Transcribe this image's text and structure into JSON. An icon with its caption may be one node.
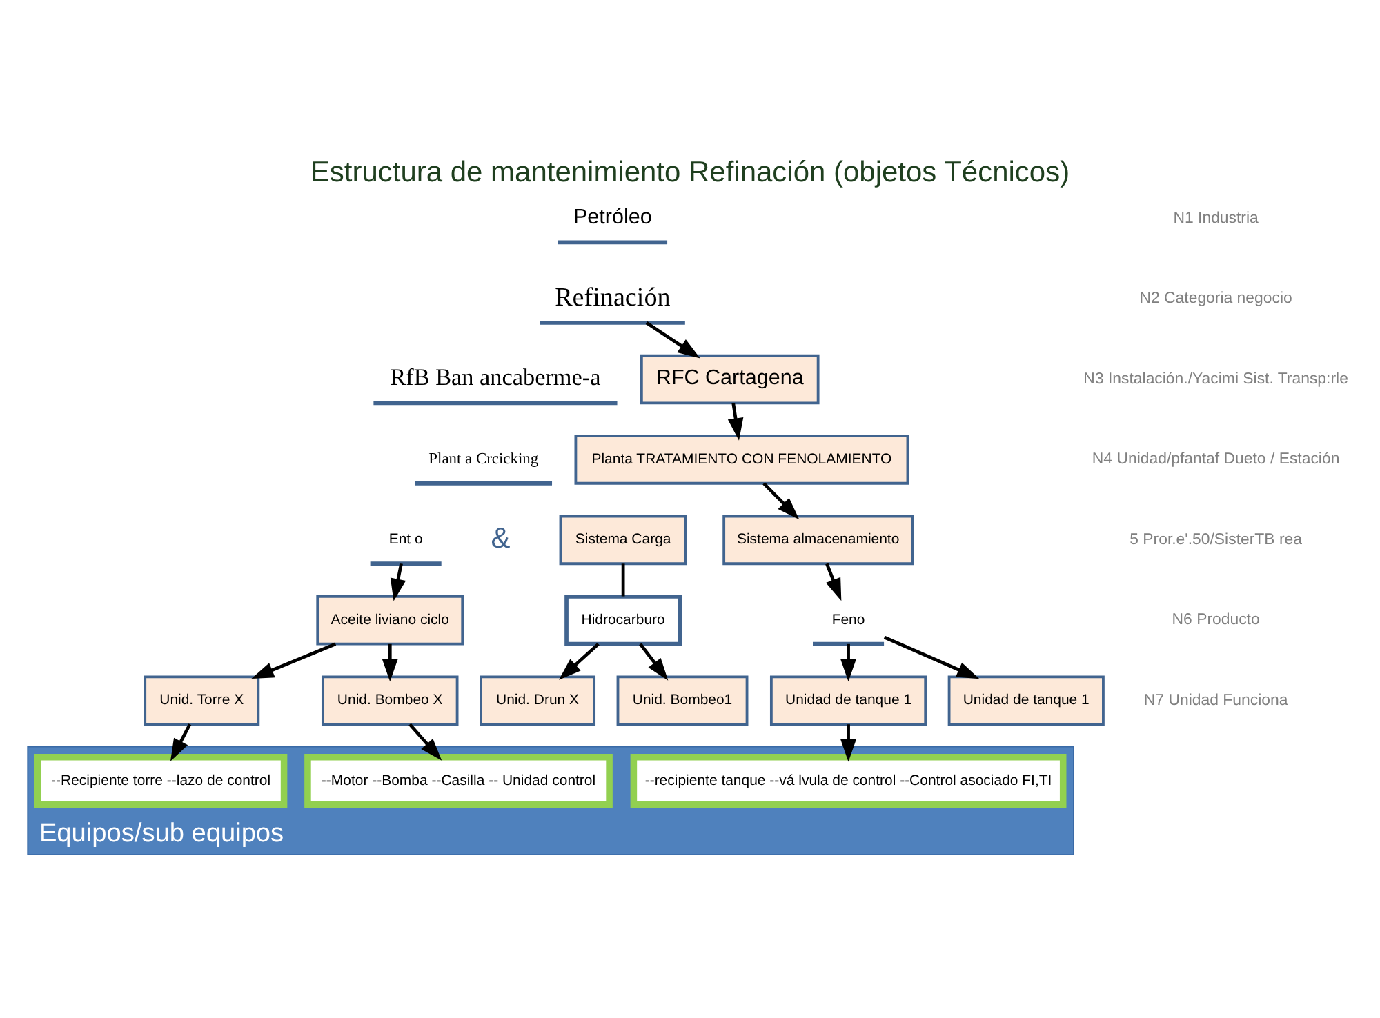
{
  "diagram": {
    "title": "Estructura de mantenimiento Refinación (objetos Técnicos)",
    "nodes": [
      {
        "text": [
          "Petróleo"
        ]
      },
      {
        "text": [
          "Refinación"
        ]
      },
      {
        "text": [
          "RfB Ban ancaberme-a"
        ]
      },
      {
        "text": [
          "RFC Cartagena"
        ]
      },
      {
        "text": [
          "Plant a Crcicking"
        ]
      },
      {
        "text": [
          "Planta TRATAMIENTO CON FENOLAMIENTO"
        ]
      },
      {
        "text": [
          "Ent o"
        ]
      },
      {
        "text": [
          "Sistema Carga"
        ]
      },
      {
        "text": [
          "Sistema almacenamiento"
        ]
      },
      {
        "text": [
          "Aceite liviano ciclo"
        ]
      },
      {
        "text": [
          "Hidrocarburo"
        ]
      },
      {
        "text": [
          "Feno"
        ]
      },
      {
        "text": [
          "Unid. Torre X"
        ]
      },
      {
        "text": [
          "Unid. Bombeo X"
        ]
      },
      {
        "text": [
          "Unid. Drun X"
        ]
      },
      {
        "text": [
          "Unid. Bombeo1"
        ]
      },
      {
        "text": [
          "Unidad de tanque 1"
        ]
      },
      {
        "text": [
          "Unidad de tanque 1"
        ]
      },
      {
        "text": [
          "Equipos/sub equipos"
        ]
      },
      {
        "text": [
          "--Recipiente torre --lazo de control"
        ],
        "in": 18
      },
      {
        "text": [
          "--Motor --Bomba --Casilla -- Unidad control"
        ],
        "in": 18
      },
      {
        "text": [
          "--recipiente tanque --vá lvula de control --Control asociado FI,TI"
        ],
        "in": 18
      }
    ],
    "edges": [
      {
        "from": 1,
        "to": 3,
        "arrow": "to"
      },
      {
        "from": 3,
        "to": 5,
        "arrow": "to"
      },
      {
        "from": 5,
        "to": 8,
        "arrow": "to"
      },
      {
        "from": 8,
        "to": 11,
        "arrow": "to"
      },
      {
        "from": 6,
        "to": 9,
        "arrow": "to"
      },
      {
        "from": 7,
        "to": 10,
        "arrow": "none"
      },
      {
        "from": 9,
        "to": 12,
        "arrow": "to"
      },
      {
        "from": 9,
        "to": 13,
        "arrow": "to"
      },
      {
        "from": 10,
        "to": 14,
        "arrow": "to"
      },
      {
        "from": 10,
        "to": 15,
        "arrow": "to"
      },
      {
        "from": 11,
        "to": 16,
        "arrow": "to"
      },
      {
        "from": 11,
        "to": 17,
        "arrow": "to"
      },
      {
        "from": 12,
        "to": 19,
        "arrow": "to"
      },
      {
        "from": 13,
        "to": 20,
        "arrow": "to"
      },
      {
        "from": 16,
        "to": 21,
        "arrow": "to"
      }
    ],
    "labels": [
      "N1 Industria",
      "N2 Categoria negocio",
      "N3 Instalación./Yacimi Sist. Transp:rle",
      "N4 Unidad/pfantaf Dueto / Estación",
      "5 Pror.e'.50/SisterTB rea",
      "&",
      "N6 Producto",
      "N7 Unidad Funciona"
    ]
  }
}
